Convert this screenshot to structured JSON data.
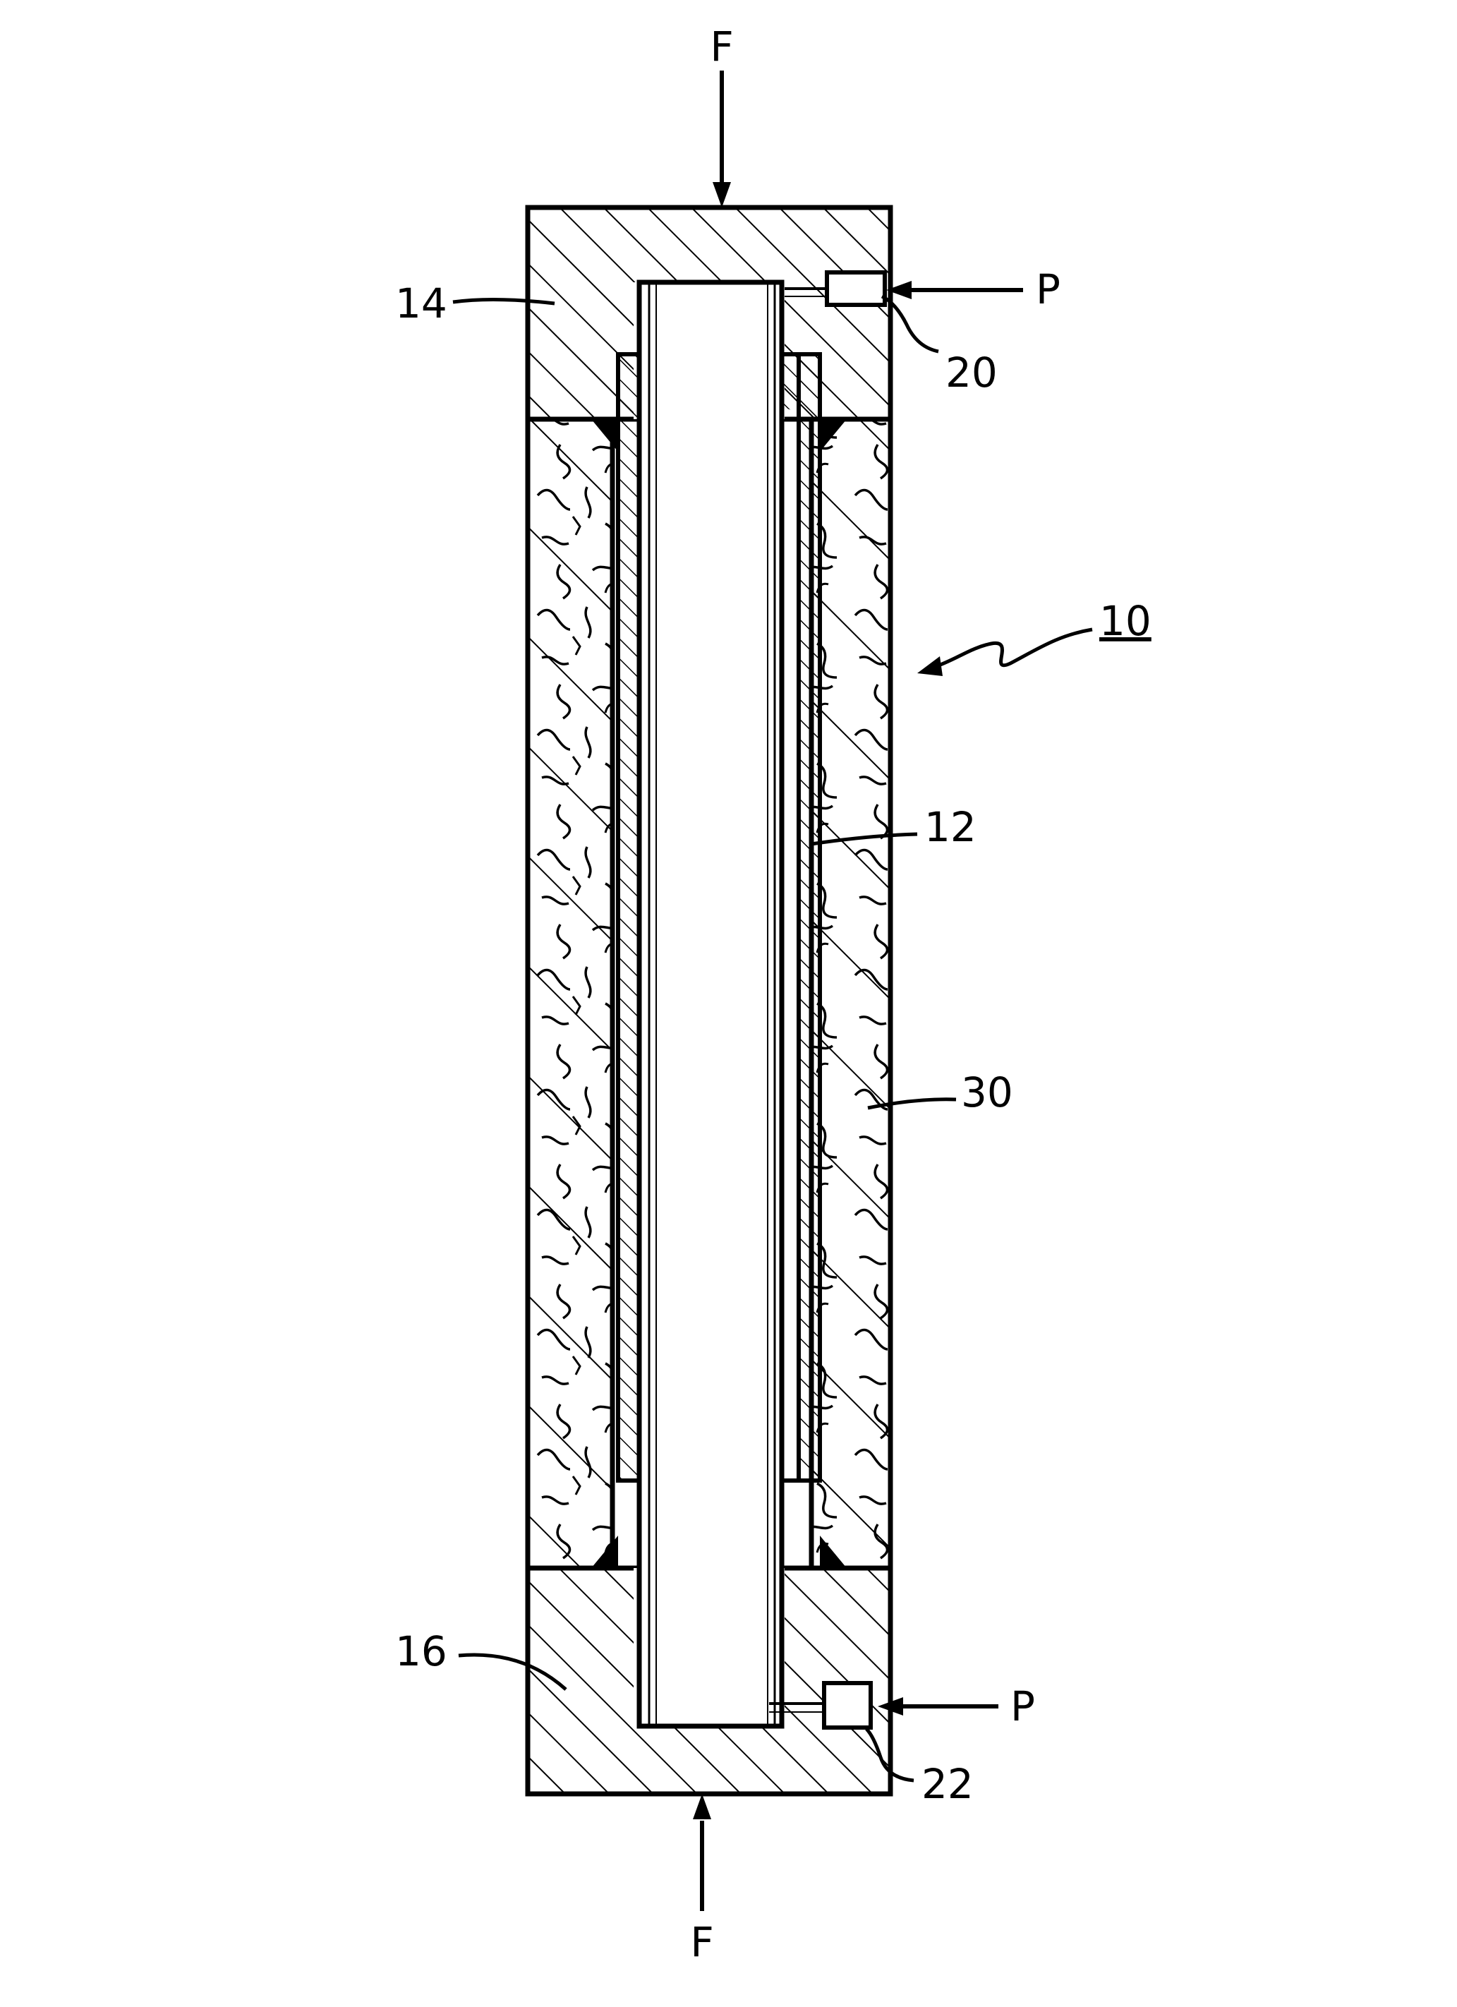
{
  "labels": {
    "force_top": "F",
    "force_bottom": "F",
    "pressure_top": "P",
    "pressure_bottom": "P",
    "assembly": "10",
    "tube": "12",
    "upper_end_cap": "14",
    "lower_end_cap": "16",
    "upper_port": "20",
    "lower_port": "22",
    "fill_material": "30"
  },
  "colors": {
    "ink": "#000000",
    "paper": "#ffffff"
  }
}
